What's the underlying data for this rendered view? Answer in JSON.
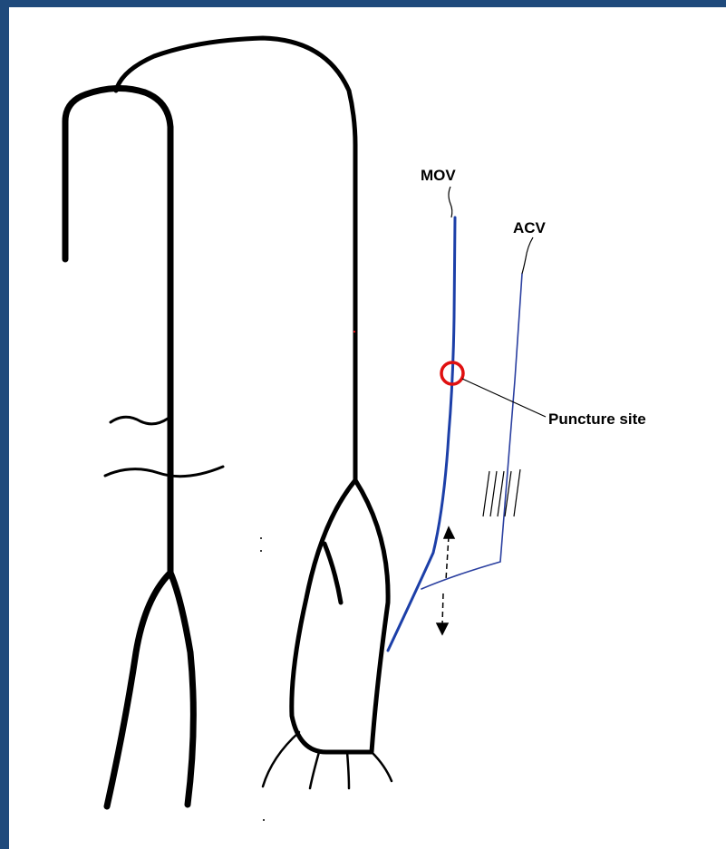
{
  "labels": {
    "mov": "MOV",
    "acv": "ACV",
    "puncture_site": "Puncture site"
  },
  "colors": {
    "border": "#1f4a7c",
    "background": "#ffffff",
    "outline": "#000000",
    "vein_mov": "#1c3fa8",
    "vein_acv": "#2a3fa0",
    "puncture_marker": "#e01010"
  }
}
